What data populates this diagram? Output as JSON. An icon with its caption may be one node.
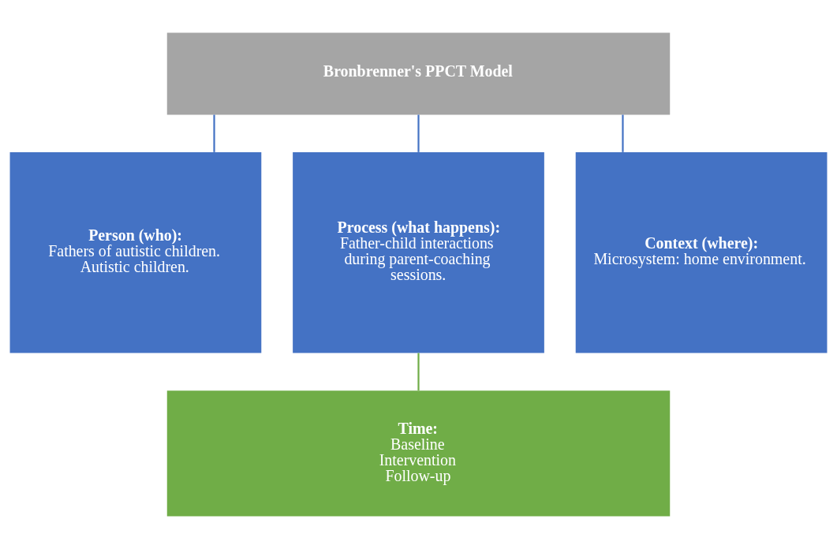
{
  "diagram": {
    "nodes": [
      {
        "text": [
          "Bronbrenner's PPCT Model"
        ]
      },
      {
        "text": [
          "Person (who):",
          "Fathers of autistic children.",
          "Autistic children."
        ]
      },
      {
        "text": [
          "Process (what happens):",
          "Father-child interactions during parent-coaching sessions."
        ]
      },
      {
        "text": [
          "Context (where):",
          "Microsystem: home environment."
        ]
      },
      {
        "text": [
          "Time:",
          "Baseline",
          "Intervention",
          "Follow-up"
        ]
      }
    ],
    "edges": [
      {
        "from": 0,
        "to": 1,
        "arrow": "none"
      },
      {
        "from": 0,
        "to": 2,
        "arrow": "none"
      },
      {
        "from": 0,
        "to": 3,
        "arrow": "none"
      },
      {
        "from": 2,
        "to": 4,
        "arrow": "none",
        "color": "#70ad47"
      }
    ]
  }
}
